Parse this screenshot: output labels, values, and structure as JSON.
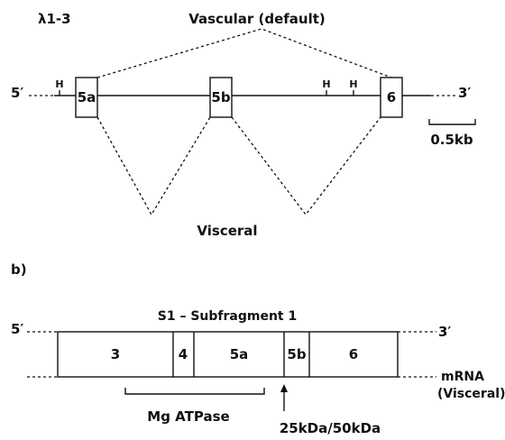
{
  "panel_a": {
    "clone_label": "λ1-3",
    "vascular_label": "Vascular (default)",
    "visceral_label": "Visceral",
    "five_prime": "5′",
    "three_prime": "3′",
    "exon_5a": "5a",
    "exon_5b": "5b",
    "exon_6": "6",
    "site_label": "H",
    "scale_label": "0.5kb"
  },
  "panel_b": {
    "panel_label": "b)",
    "title": "S1 – Subfragment 1",
    "five_prime": "5′",
    "three_prime": "3′",
    "segments": [
      "3",
      "4",
      "5a",
      "5b",
      "6"
    ],
    "mrna_label": "mRNA",
    "mrna_sub": "(Visceral)",
    "atpase_label": "Mg ATPase",
    "cleavage_label": "25kDa/50kDa"
  }
}
